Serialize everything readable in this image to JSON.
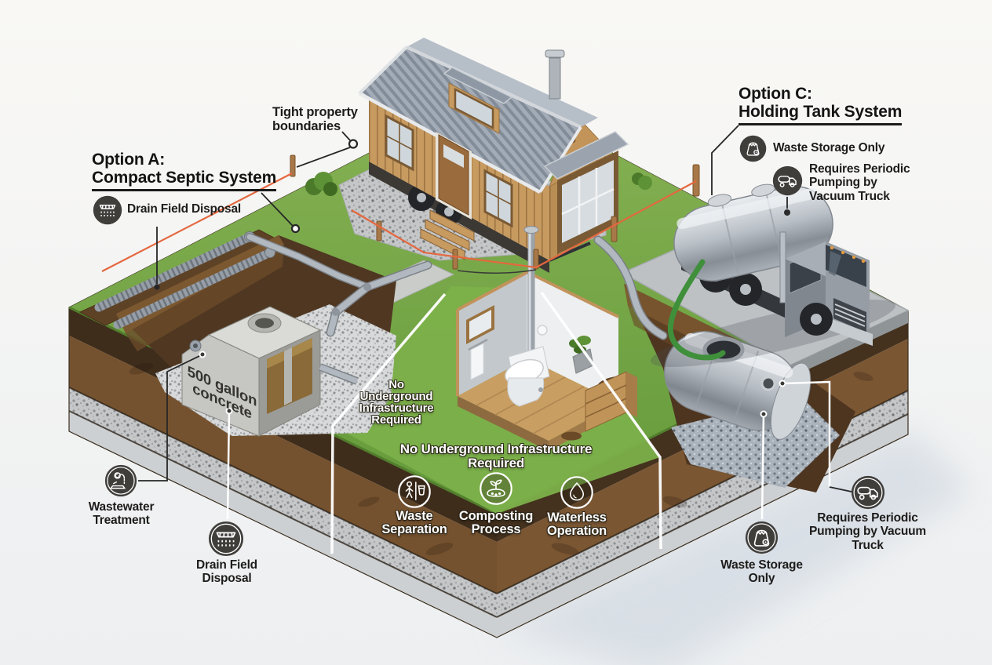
{
  "figure": {
    "type": "isometric-infographic",
    "subject": "Tiny house sanitation options comparison"
  },
  "titles": {
    "option_a": {
      "line1": "Option A:",
      "line2": "Compact Septic System"
    },
    "option_c": {
      "line1": "Option C:",
      "line2": "Holding Tank System"
    }
  },
  "labels": {
    "tight_property": {
      "line1": "Tight property",
      "line2": "boundaries"
    },
    "drain_field_top": {
      "text": "Drain Field Disposal"
    },
    "waste_storage_top": {
      "text": "Waste Storage Only"
    },
    "pumping_top": {
      "line1": "Requires Periodic",
      "line2": "Pumping by",
      "line3": "Vacuum Truck"
    },
    "tank": {
      "line1": "500 gallon",
      "line2": "concrete"
    },
    "no_underground_stacked": {
      "line1": "No",
      "line2": "Underground",
      "line3": "Infrastructure",
      "line4": "Required"
    },
    "no_underground_inline": {
      "text": "No Underground Infrastructure Required"
    },
    "waste_separation": {
      "line1": "Waste",
      "line2": "Separation"
    },
    "composting_process": {
      "line1": "Composting",
      "line2": "Process"
    },
    "waterless_operation": {
      "line1": "Waterless",
      "line2": "Operation"
    },
    "wastewater_treatment": {
      "line1": "Wastewater",
      "line2": "Treatment"
    },
    "drain_field_bottom": {
      "line1": "Drain Field",
      "line2": "Disposal"
    },
    "waste_storage_bottom": {
      "line1": "Waste Storage",
      "line2": "Only"
    },
    "pumping_bottom": {
      "line1": "Requires Periodic",
      "line2": "Pumping by Vacuum",
      "line3": "Truck"
    }
  },
  "icons": {
    "drain_field": "sprinkler-pipe-icon",
    "waste_storage": "waste-bag-icon",
    "vacuum_pumping": "vacuum-truck-icon",
    "wastewater": "faucet-treatment-icon",
    "waste_separation": "person-and-cup-icon",
    "composting": "compost-sprout-icon",
    "waterless": "water-drop-icon"
  },
  "colors": {
    "background": "#f7f6f3",
    "label_dark": "#1d1c1a",
    "label_light": "#ffffff",
    "icon_disc": "#403e3b",
    "grass": "#7aa746",
    "lawn_bright": "#7cb04a",
    "topsoil": "#3f2d1c",
    "subsoil": "#75522f",
    "gravel_layer": "#c3c5c7",
    "concrete_layer": "#cdd0d2",
    "wood_wall": "#c79a60",
    "roof_metal": "#9fa9b4",
    "boundary_string": "#e4683f",
    "pipe_silver": "#b2b8bf",
    "hose_green": "#3f8f3b",
    "tank_concrete": "#c6c7c3",
    "tank_steel": "#c6cbd1"
  }
}
